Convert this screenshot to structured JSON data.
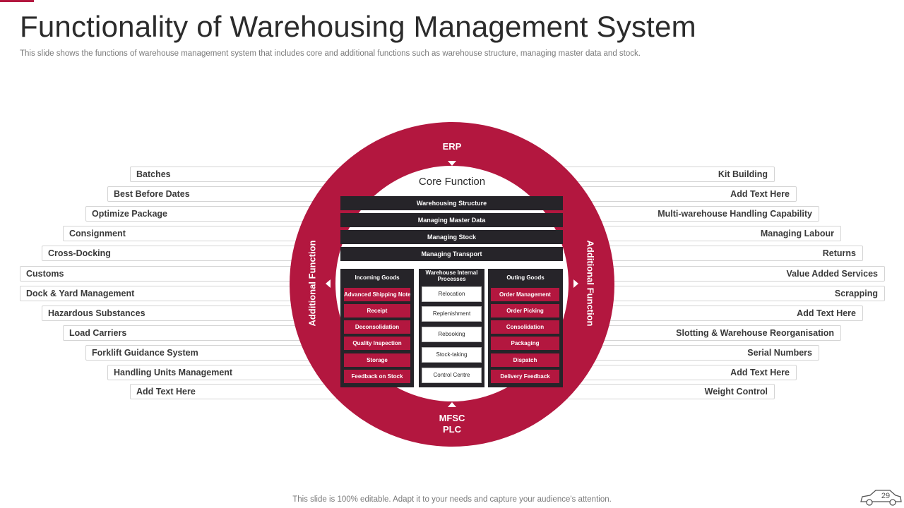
{
  "title": "Functionality of Warehousing Management System",
  "subtitle": "This slide shows the functions of warehouse management system that includes core and additional functions such as warehouse structure, managing master data and stock.",
  "left_items": [
    "Batches",
    "Best Before Dates",
    "Optimize Package",
    "Consignment",
    "Cross-Docking",
    "Customs",
    "Dock & Yard Management",
    "Hazardous Substances",
    "Load Carriers",
    "Forklift Guidance System",
    "Handling Units Management",
    "Add Text Here"
  ],
  "right_items": [
    "Kit Building",
    "Add Text Here",
    "Multi-warehouse Handling Capability",
    "Managing Labour",
    "Returns",
    "Value Added Services",
    "Scrapping",
    "Add Text Here",
    "Slotting & Warehouse Reorganisation",
    "Serial Numbers",
    "Add Text Here",
    "Weight Control"
  ],
  "ring": {
    "top": "ERP",
    "bottom_line1": "MFSC",
    "bottom_line2": "PLC",
    "left": "Additional Function",
    "right": "Additional Function"
  },
  "core": {
    "title": "Core Function",
    "bars": [
      "Warehousing Structure",
      "Managing Master Data",
      "Managing Stock",
      "Managing Transport"
    ],
    "columns": [
      {
        "heading": "Incoming Goods",
        "style": "red",
        "items": [
          "Advanced Shipping Note",
          "Receipt",
          "Deconsolidation",
          "Quality Inspection",
          "Storage",
          "Feedback on Stock"
        ]
      },
      {
        "heading": "Warehouse Internal Processes",
        "style": "white",
        "items": [
          "Relocation",
          "Replenishment",
          "Rebooking",
          "Stock-taking",
          "Control Centre"
        ]
      },
      {
        "heading": "Outing Goods",
        "style": "red",
        "items": [
          "Order Management",
          "Order Picking",
          "Consolidation",
          "Packaging",
          "Dispatch",
          "Delivery Feedback"
        ]
      }
    ]
  },
  "footer": "This slide is 100% editable. Adapt it to your needs and capture your audience's attention.",
  "page_number": "29",
  "colors": {
    "accent": "#b3173f",
    "dark": "#262429"
  }
}
